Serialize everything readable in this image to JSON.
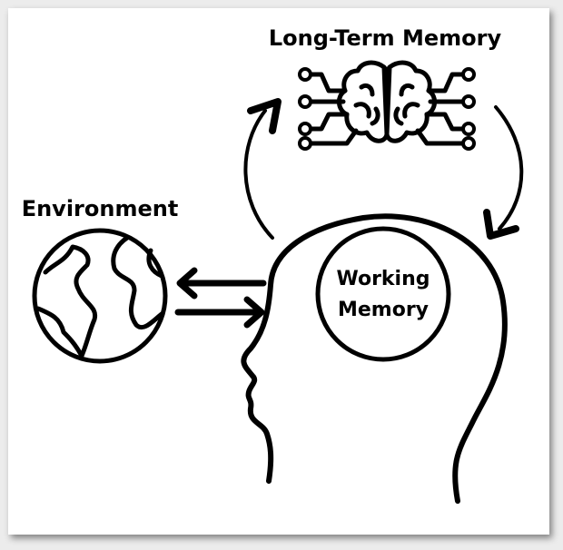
{
  "labels": {
    "long_term_memory": "Long-Term Memory",
    "environment": "Environment",
    "working_memory_line1": "Working",
    "working_memory_line2": "Memory"
  },
  "icons": {
    "brain": "brain-circuit-icon",
    "globe": "globe-icon",
    "head": "human-head-profile-icon"
  },
  "colors": {
    "stroke": "#000000",
    "background": "#ffffff"
  }
}
